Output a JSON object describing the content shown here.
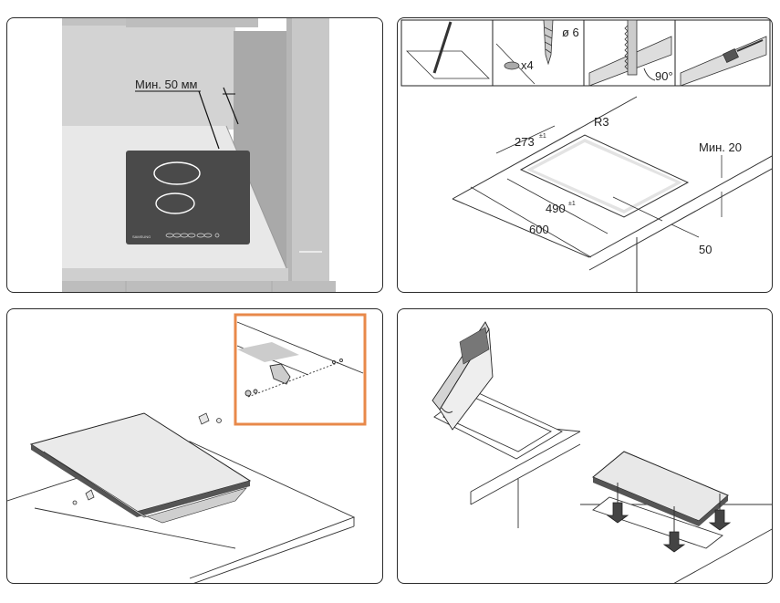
{
  "panel1": {
    "min_label": "Мин. 50 мм",
    "brand": "SAMSUNG"
  },
  "panel2": {
    "drill_diameter": "ø 6",
    "drill_count": "x4",
    "angle": "90°",
    "radius": "R3",
    "depth_value": "273",
    "depth_tol": "±1",
    "width_value": "490",
    "width_tol": "±1",
    "counter_depth": "600",
    "min_top": "Мин. 20",
    "edge_distance": "50"
  },
  "colors": {
    "inset_border": "#e8894a",
    "cooktop_glass": "#4a4a4a",
    "wall_grey": "#c9c9c9"
  }
}
